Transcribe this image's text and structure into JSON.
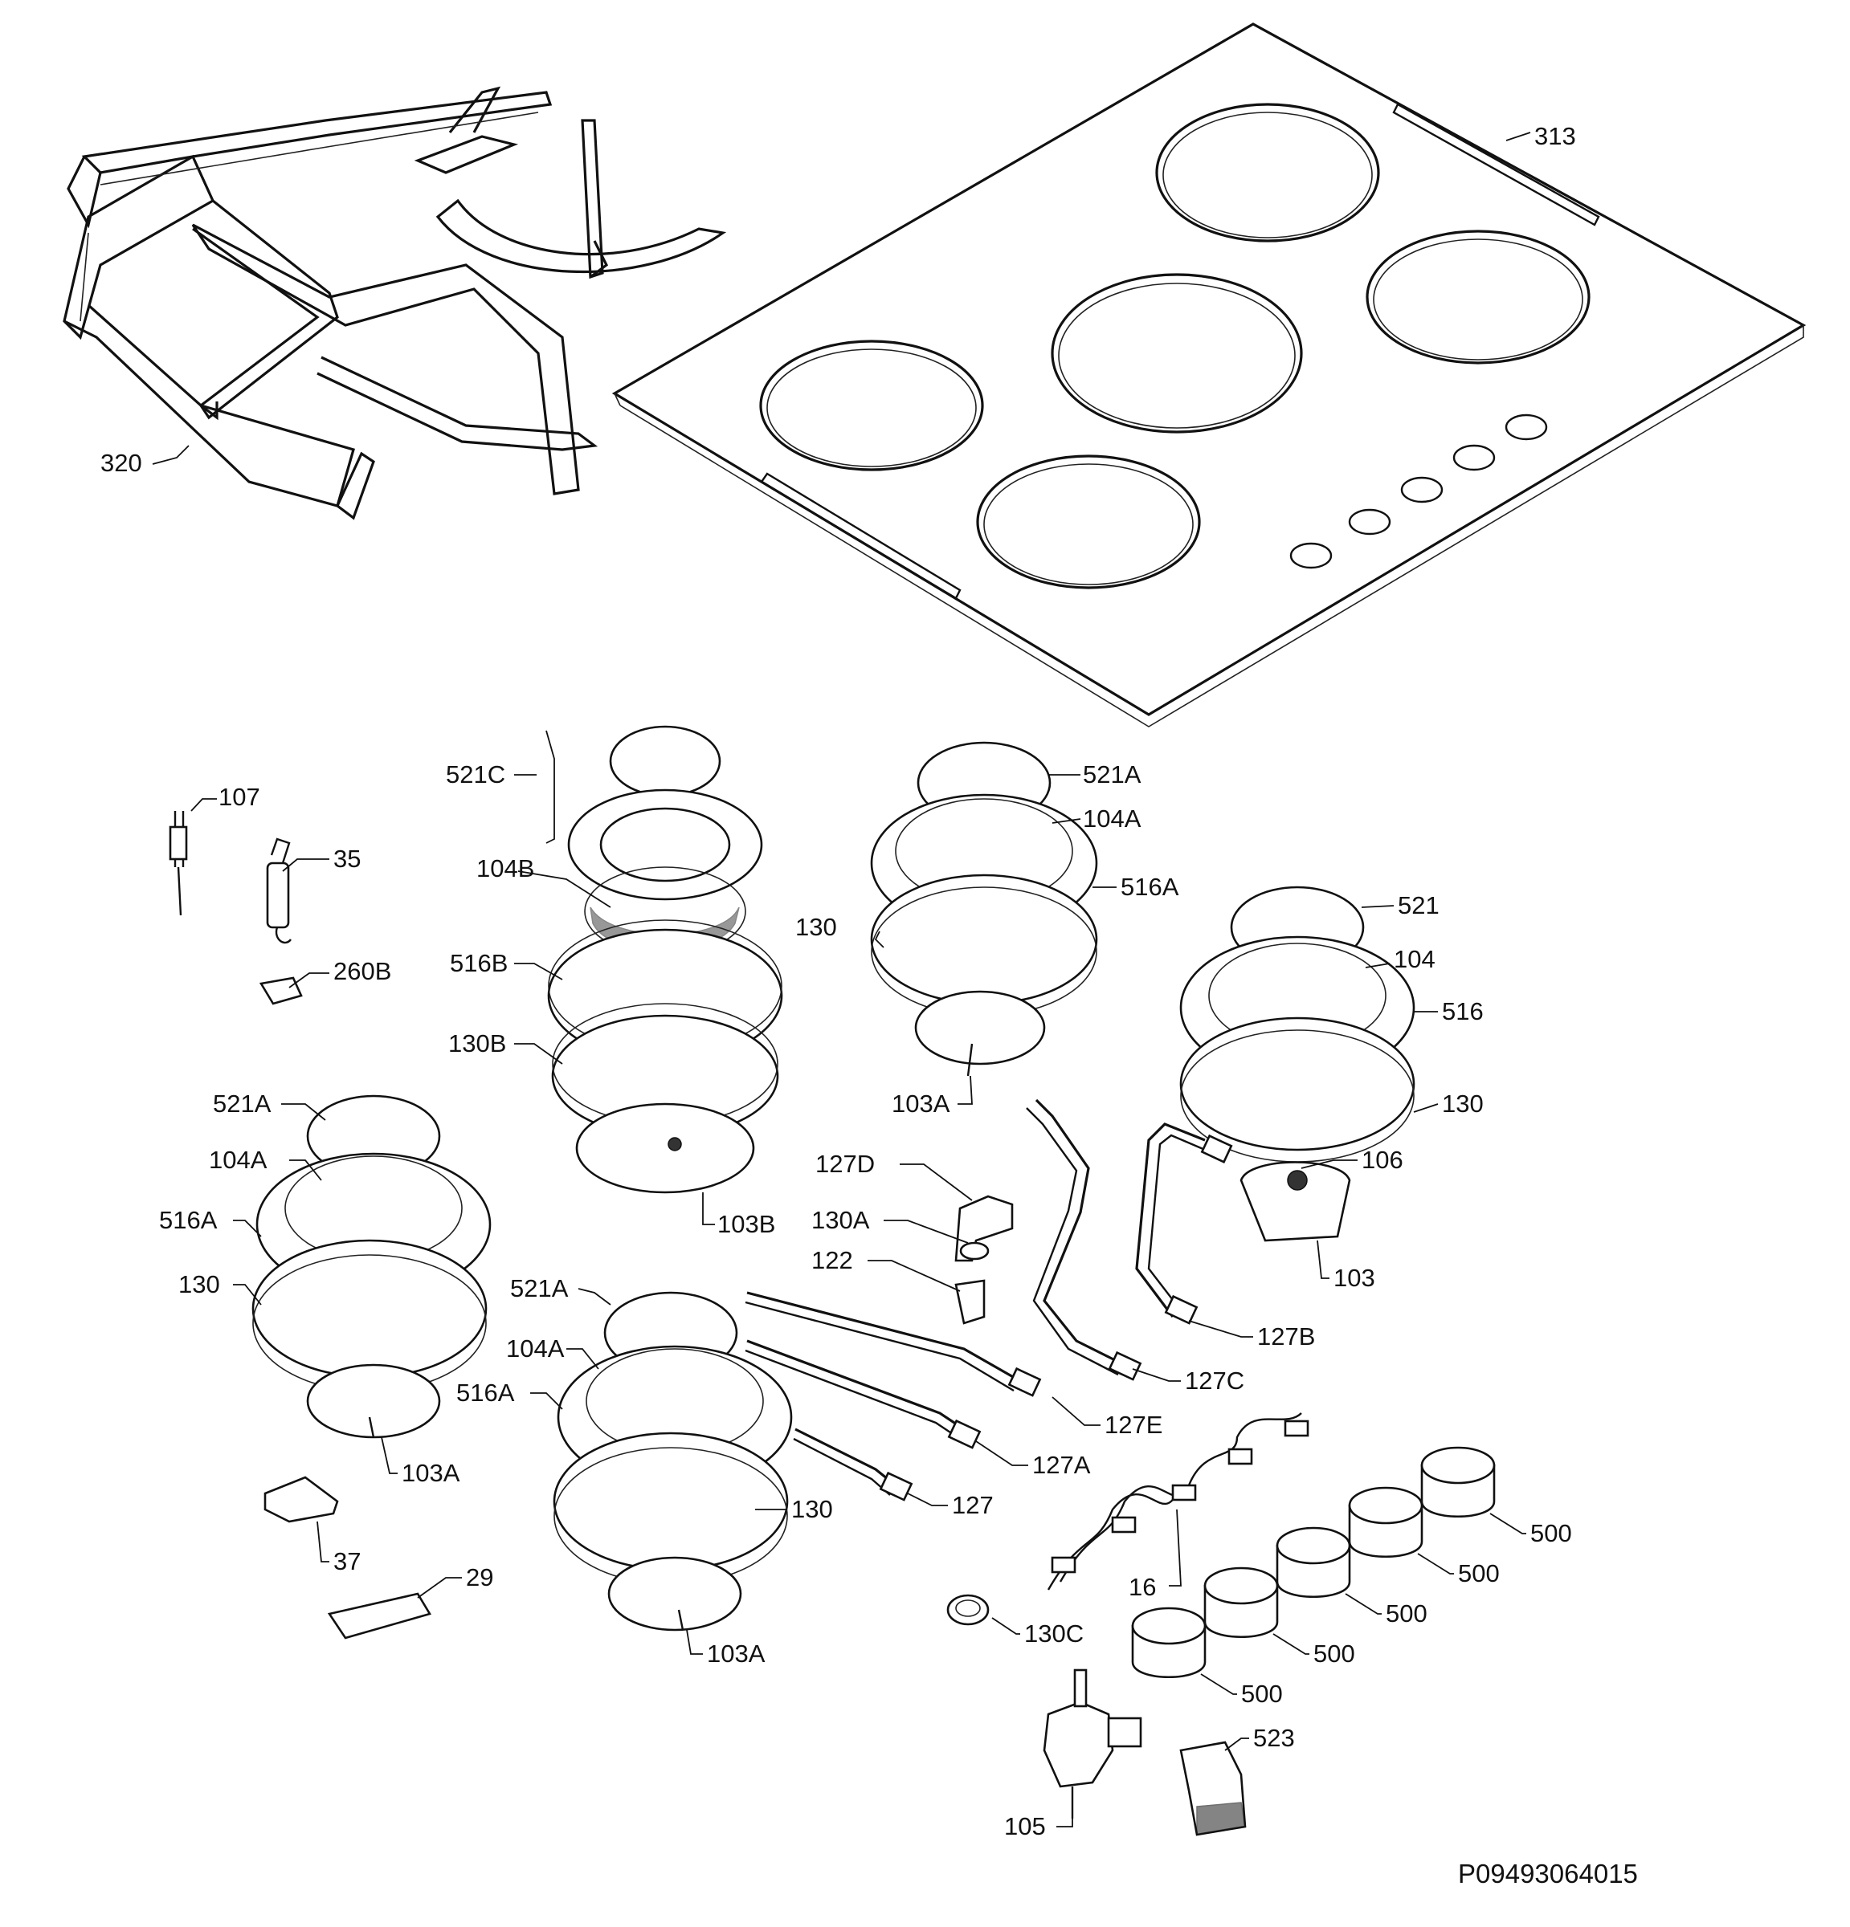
{
  "diagram": {
    "reference_code": "P09493064015",
    "part_labels": [
      {
        "id": "l313",
        "text": "313"
      },
      {
        "id": "l320",
        "text": "320"
      },
      {
        "id": "l107",
        "text": "107"
      },
      {
        "id": "l35",
        "text": "35"
      },
      {
        "id": "l260b",
        "text": "260B"
      },
      {
        "id": "l521c",
        "text": "521C"
      },
      {
        "id": "l104b",
        "text": "104B"
      },
      {
        "id": "l516b",
        "text": "516B"
      },
      {
        "id": "l130b",
        "text": "130B"
      },
      {
        "id": "l103b",
        "text": "103B"
      },
      {
        "id": "l521a_tr",
        "text": "521A"
      },
      {
        "id": "l104a_tr",
        "text": "104A"
      },
      {
        "id": "l516a_tr",
        "text": "516A"
      },
      {
        "id": "l130_tr",
        "text": "130"
      },
      {
        "id": "l103a_tr",
        "text": "103A"
      },
      {
        "id": "l521",
        "text": "521"
      },
      {
        "id": "l104",
        "text": "104"
      },
      {
        "id": "l516",
        "text": "516"
      },
      {
        "id": "l130_r",
        "text": "130"
      },
      {
        "id": "l106",
        "text": "106"
      },
      {
        "id": "l103",
        "text": "103"
      },
      {
        "id": "l127d",
        "text": "127D"
      },
      {
        "id": "l130a",
        "text": "130A"
      },
      {
        "id": "l122",
        "text": "122"
      },
      {
        "id": "l127b",
        "text": "127B"
      },
      {
        "id": "l127c",
        "text": "127C"
      },
      {
        "id": "l127e",
        "text": "127E"
      },
      {
        "id": "l127a",
        "text": "127A"
      },
      {
        "id": "l127",
        "text": "127"
      },
      {
        "id": "l521a_l",
        "text": "521A"
      },
      {
        "id": "l104a_l",
        "text": "104A"
      },
      {
        "id": "l516a_l",
        "text": "516A"
      },
      {
        "id": "l130_l",
        "text": "130"
      },
      {
        "id": "l103a_l",
        "text": "103A"
      },
      {
        "id": "l521a_c",
        "text": "521A"
      },
      {
        "id": "l104a_c",
        "text": "104A"
      },
      {
        "id": "l516a_c",
        "text": "516A"
      },
      {
        "id": "l130_c",
        "text": "130"
      },
      {
        "id": "l103a_c",
        "text": "103A"
      },
      {
        "id": "l37",
        "text": "37"
      },
      {
        "id": "l29",
        "text": "29"
      },
      {
        "id": "l16",
        "text": "16"
      },
      {
        "id": "l130c",
        "text": "130C"
      },
      {
        "id": "l500_1",
        "text": "500"
      },
      {
        "id": "l500_2",
        "text": "500"
      },
      {
        "id": "l500_3",
        "text": "500"
      },
      {
        "id": "l500_4",
        "text": "500"
      },
      {
        "id": "l500_5",
        "text": "500"
      },
      {
        "id": "l523",
        "text": "523"
      },
      {
        "id": "l105",
        "text": "105"
      }
    ]
  }
}
